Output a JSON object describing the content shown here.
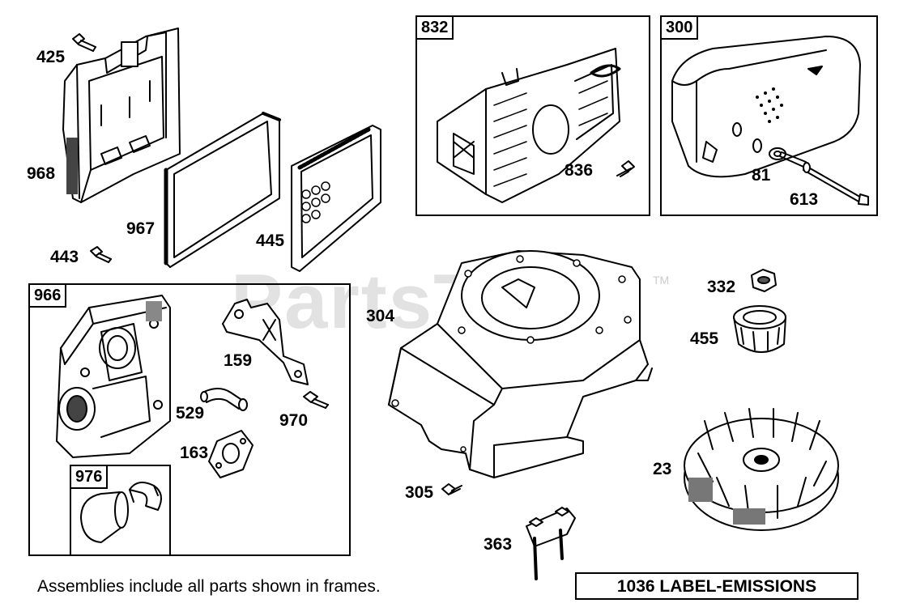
{
  "watermark": {
    "text": "PartsTree",
    "tm": "TM"
  },
  "frames": [
    {
      "id": "frame-832",
      "label": "832"
    },
    {
      "id": "frame-300",
      "label": "300"
    },
    {
      "id": "frame-966",
      "label": "966"
    },
    {
      "id": "frame-976",
      "label": "976"
    }
  ],
  "callouts": {
    "p425": "425",
    "p968": "968",
    "p967": "967",
    "p443": "443",
    "p445": "445",
    "p836": "836",
    "p81": "81",
    "p613": "613",
    "p159": "159",
    "p529": "529",
    "p970": "970",
    "p163": "163",
    "p304": "304",
    "p332": "332",
    "p455": "455",
    "p23": "23",
    "p305": "305",
    "p363": "363"
  },
  "footer": {
    "note": "Assemblies include all parts shown in frames.",
    "emissions_label": "1036 LABEL-EMISSIONS"
  },
  "colors": {
    "line": "#000000",
    "background": "#ffffff",
    "watermark": "#d9d9d9"
  }
}
